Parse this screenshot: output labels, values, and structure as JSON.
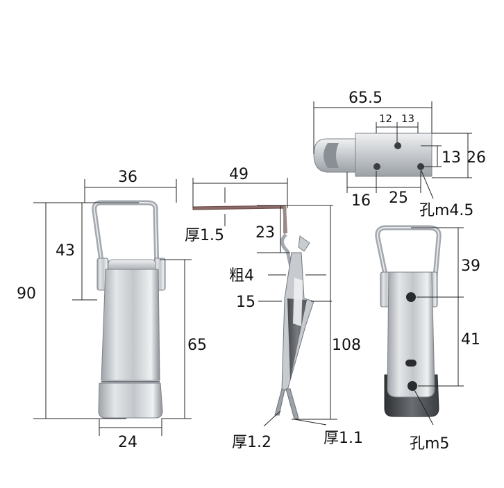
{
  "colors": {
    "steel_light": "#e6e8ea",
    "steel_mid": "#b9bdc2",
    "steel_dark": "#7d8288",
    "steel_black": "#3b3d40",
    "wire": "#a8adb3",
    "line": "#222222",
    "text": "#111111"
  },
  "dims": {
    "d36": "36",
    "d90": "90",
    "d43": "43",
    "d65": "65",
    "d24": "24",
    "d49": "49",
    "d23": "23",
    "d108": "108",
    "thick15": "厚1.5",
    "thick12": "厚1.2",
    "thick11": "厚1.1",
    "wire4": "粗4",
    "d15": "15",
    "d655": "65.5",
    "d12": "12",
    "d13a": "13",
    "d13b": "13",
    "d26": "26",
    "d16": "16",
    "d25": "25",
    "hole45": "孔m4.5",
    "d39": "39",
    "d41": "41",
    "hole5": "孔m5"
  }
}
